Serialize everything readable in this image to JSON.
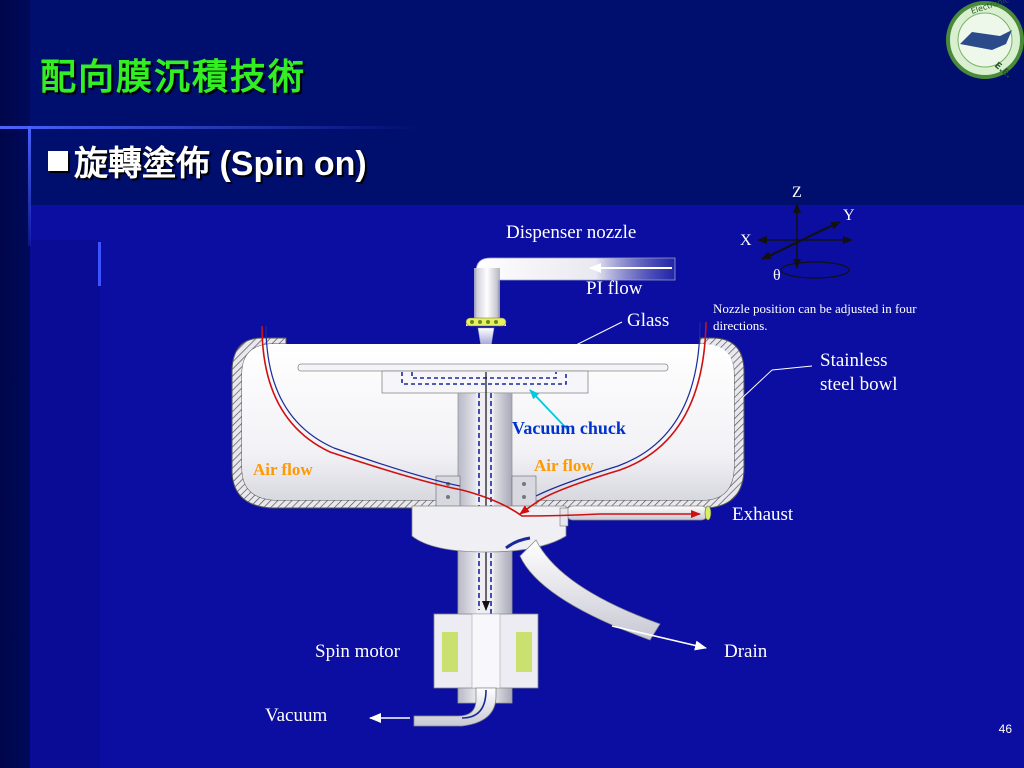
{
  "slide": {
    "title": "配向膜沉積技術",
    "bullet": "旋轉塗佈 (Spin on)",
    "page_number": "46"
  },
  "logo": {
    "ring_text": "Electronic",
    "initials": "E.E."
  },
  "diagram": {
    "labels": {
      "dispenser_nozzle": "Dispenser nozzle",
      "pi_flow": "PI  flow",
      "glass": "Glass",
      "stainless_steel_bowl_line1": "Stainless",
      "stainless_steel_bowl_line2": "steel bowl",
      "vacuum_chuck": "Vacuum chuck",
      "air_flow_left": "Air flow",
      "air_flow_right": "Air flow",
      "exhaust": "Exhaust",
      "spin_motor": "Spin motor",
      "drain": "Drain",
      "vacuum": "Vacuum"
    },
    "axes": {
      "z": "Z",
      "y": "Y",
      "x": "X",
      "theta": "θ",
      "note_line1": "Nozzle position can be adjusted in four",
      "note_line2": "directions."
    },
    "colors": {
      "title_green": "#33ee22",
      "air_flow_label": "#ff9900",
      "vacuum_chuck_label": "#0033cc",
      "air_flow_line": "#d01010",
      "vacuum_path": "#1a2a9a",
      "leader_cyan": "#00c8e0"
    }
  }
}
